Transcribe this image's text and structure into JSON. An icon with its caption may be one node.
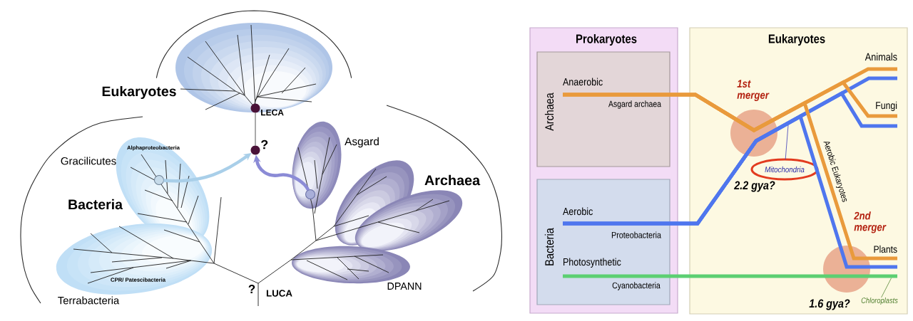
{
  "diagram": {
    "nodes": [
      {
        "text": [],
        "shape": "circle",
        "beside": [
          "LECA"
        ]
      },
      {
        "text": [],
        "shape": "circle",
        "beside": [
          "?"
        ]
      },
      {
        "text": [],
        "shape": "circle"
      },
      {
        "text": [],
        "shape": "circle"
      },
      {
        "text": [
          "Prokaryotes"
        ]
      },
      {
        "text": [
          "Archaea"
        ],
        "in": 4
      },
      {
        "text": [
          "Bacteria"
        ],
        "in": 4
      },
      {
        "text": [
          "Anaerobic"
        ],
        "in": 5
      },
      {
        "text": [
          "Aerobic"
        ],
        "in": 6
      },
      {
        "text": [
          "Photosynthetic"
        ],
        "in": 6
      },
      {
        "text": [
          "Eukaryotes"
        ]
      },
      {
        "text": [
          "Animals"
        ],
        "in": 10
      },
      {
        "text": [
          "Fungi"
        ],
        "in": 10
      },
      {
        "text": [
          "Mitochondria"
        ],
        "in": 10
      },
      {
        "text": [
          "Plants"
        ],
        "in": 10
      },
      {
        "text": [
          "Chloroplasts"
        ],
        "in": 10
      }
    ],
    "edges": [
      {
        "from": 0,
        "to": 1,
        "arrow": "none",
        "color": "#555555"
      },
      {
        "from": 2,
        "to": 1,
        "arrow": "to",
        "color": "#a9cfe9"
      },
      {
        "from": 3,
        "to": 1,
        "arrow": "to",
        "color": "#8b8bd6"
      },
      {
        "from": 8,
        "to": 11,
        "arrow": "none",
        "color": "#4f76ee",
        "label": "Proteobacteria"
      },
      {
        "from": 8,
        "to": 12,
        "arrow": "none",
        "color": "#4f76ee"
      },
      {
        "from": 8,
        "to": 14,
        "arrow": "none",
        "color": "#4f76ee"
      },
      {
        "from": 7,
        "to": 11,
        "arrow": "none",
        "color": "#e99a3c",
        "label": "Asgard archaea"
      },
      {
        "from": 7,
        "to": 12,
        "arrow": "none",
        "color": "#e99a3c"
      },
      {
        "from": 7,
        "to": 14,
        "arrow": "none",
        "color": "#e99a3c",
        "label": "Aerobic Eukaryotes"
      },
      {
        "from": 9,
        "to": 10,
        "arrow": "none",
        "color": "#5ccf72",
        "label": "Cyanobacteria"
      },
      {
        "from": 13,
        "to": null,
        "arrow": "none",
        "color": "#3b3bb8"
      },
      {
        "from": 15,
        "to": null,
        "arrow": "none",
        "color": "#5a8a3a"
      }
    ],
    "labels": [
      "Eukaryotes",
      "Alphaproteobacteria",
      "Gracilicutes",
      "Bacteria",
      "CPR/ Patescibacteria",
      "Terrabacteria",
      "?",
      "LUCA",
      "Asgard",
      "Archaea",
      "DPANN",
      "1st merger",
      "2.2 gya?",
      "2nd merger",
      "1.6 gya?"
    ]
  }
}
